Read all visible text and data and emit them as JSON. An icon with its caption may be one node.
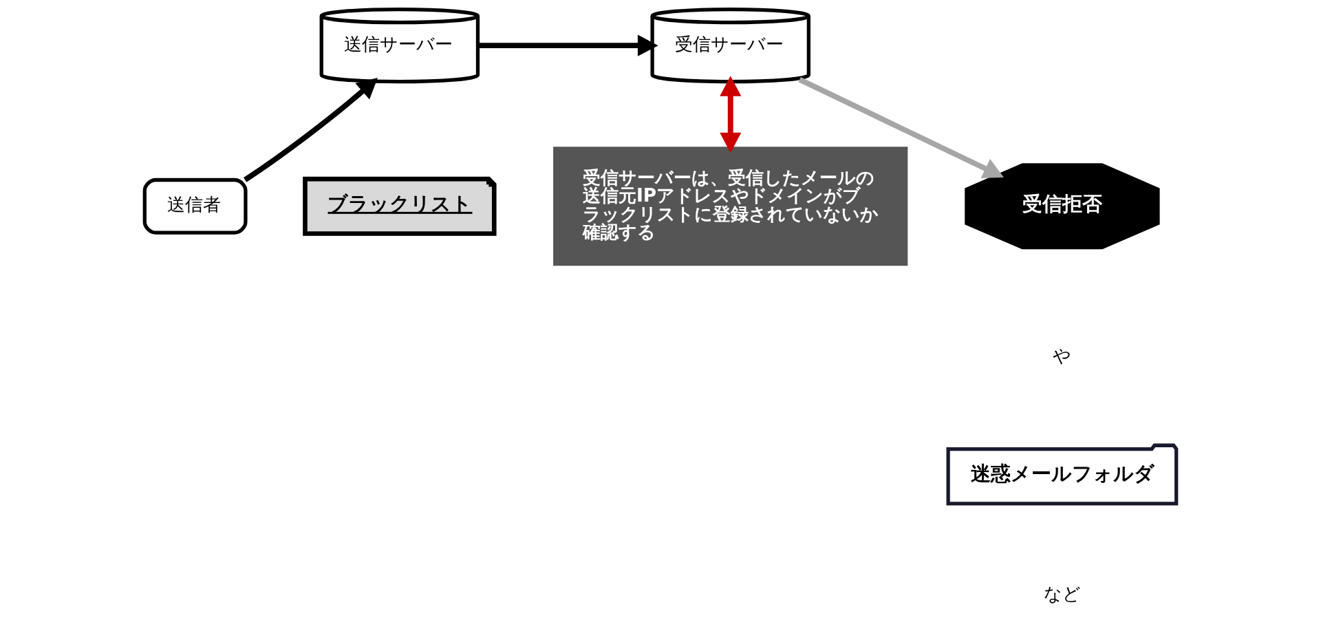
{
  "diagram": {
    "nodes": [
      {
        "text": [
          "送信サーバー"
        ]
      },
      {
        "text": [
          "受信サーバー"
        ]
      },
      {
        "text": [
          "送信者"
        ]
      },
      {
        "text": [
          "ブラックリスト"
        ]
      },
      {
        "text": [
          "受信サーバーは、受信したメールの送信元IPアドレスやドメインがブラックリストに登録されていないか確認する"
        ]
      },
      {
        "text": [
          "受信拒否"
        ]
      },
      {
        "text": [
          "迷惑メールフォルダ"
        ]
      }
    ],
    "edges": [
      {
        "from": 2,
        "to": 0,
        "arrow": "to"
      },
      {
        "from": 0,
        "to": 1,
        "arrow": "to"
      },
      {
        "from": 1,
        "to": 4,
        "arrow": "both",
        "color": "#cc0000"
      },
      {
        "from": 1,
        "to": 5,
        "arrow": "to",
        "color": "#a6a6a6"
      }
    ],
    "labels": [
      "や",
      "など"
    ]
  }
}
